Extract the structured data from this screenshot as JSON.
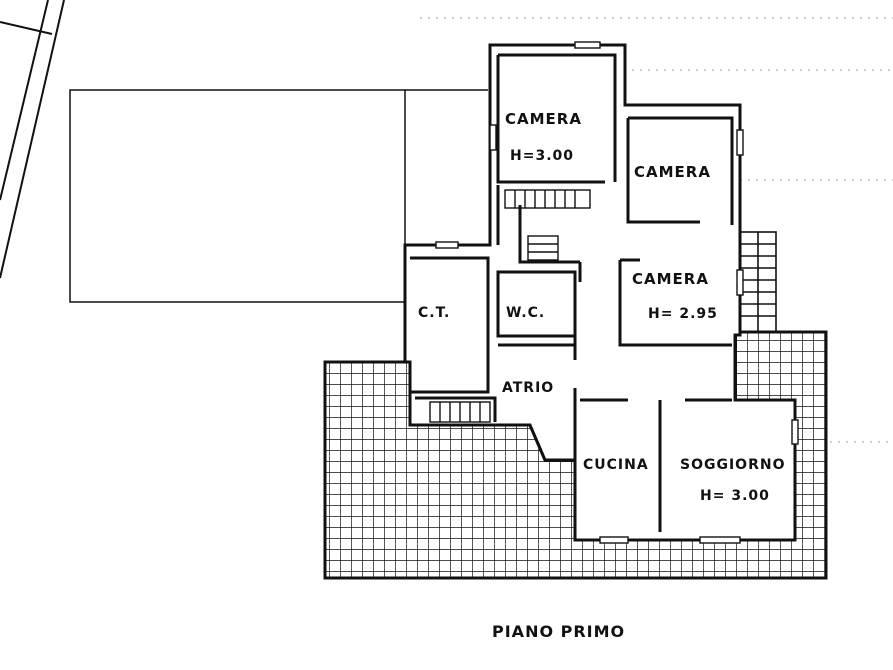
{
  "plan": {
    "title": "PIANO PRIMO",
    "rooms": [
      {
        "id": "camera-1",
        "name": "CAMERA",
        "height": "H=3.00"
      },
      {
        "id": "camera-2",
        "name": "CAMERA",
        "height": ""
      },
      {
        "id": "camera-3",
        "name": "CAMERA",
        "height": "H= 2.95"
      },
      {
        "id": "ct",
        "name": "C.T.",
        "height": ""
      },
      {
        "id": "wc",
        "name": "W.C.",
        "height": ""
      },
      {
        "id": "atrio",
        "name": "ATRIO",
        "height": ""
      },
      {
        "id": "cucina",
        "name": "CUCINA",
        "height": ""
      },
      {
        "id": "soggiorno",
        "name": "SOGGIORNO",
        "height": "H= 3.00"
      }
    ],
    "colors": {
      "ink": "#111111",
      "paper": "#ffffff"
    }
  }
}
